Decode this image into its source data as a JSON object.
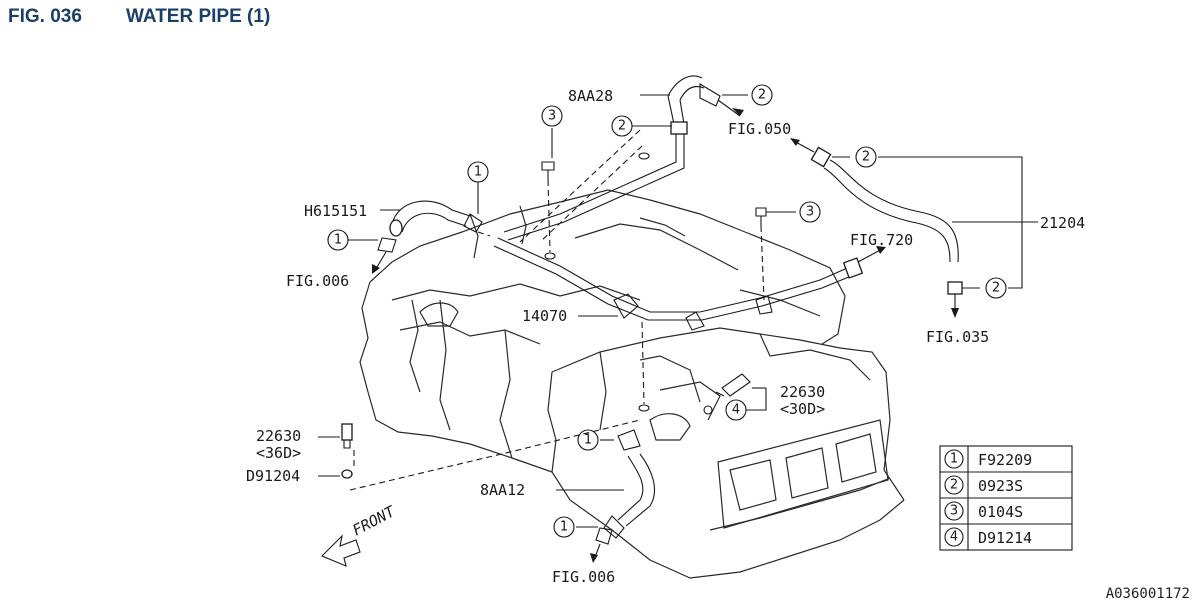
{
  "header": {
    "fig_number": "FIG. 036",
    "fig_title": "WATER PIPE (1)"
  },
  "labels": {
    "part_8aa28": "8AA28",
    "part_h615151": "H615151",
    "part_14070": "14070",
    "part_21204": "21204",
    "part_22630_30d": "22630",
    "part_22630_30d_sub": "<30D>",
    "part_22630_36d": "22630",
    "part_22630_36d_sub": "<36D>",
    "part_d91204": "D91204",
    "part_8aa12": "8AA12",
    "ref_fig050": "FIG.050",
    "ref_fig720": "FIG.720",
    "ref_fig035": "FIG.035",
    "ref_fig006_left": "FIG.006",
    "ref_fig006_bottom": "FIG.006",
    "front": "FRONT"
  },
  "callouts": {
    "c1": "1",
    "c2": "2",
    "c3": "3",
    "c4": "4"
  },
  "legend": [
    {
      "num": "1",
      "part": "F92209"
    },
    {
      "num": "2",
      "part": "0923S"
    },
    {
      "num": "3",
      "part": "0104S"
    },
    {
      "num": "4",
      "part": "D91214"
    }
  ],
  "diagram_code": "A036001172"
}
